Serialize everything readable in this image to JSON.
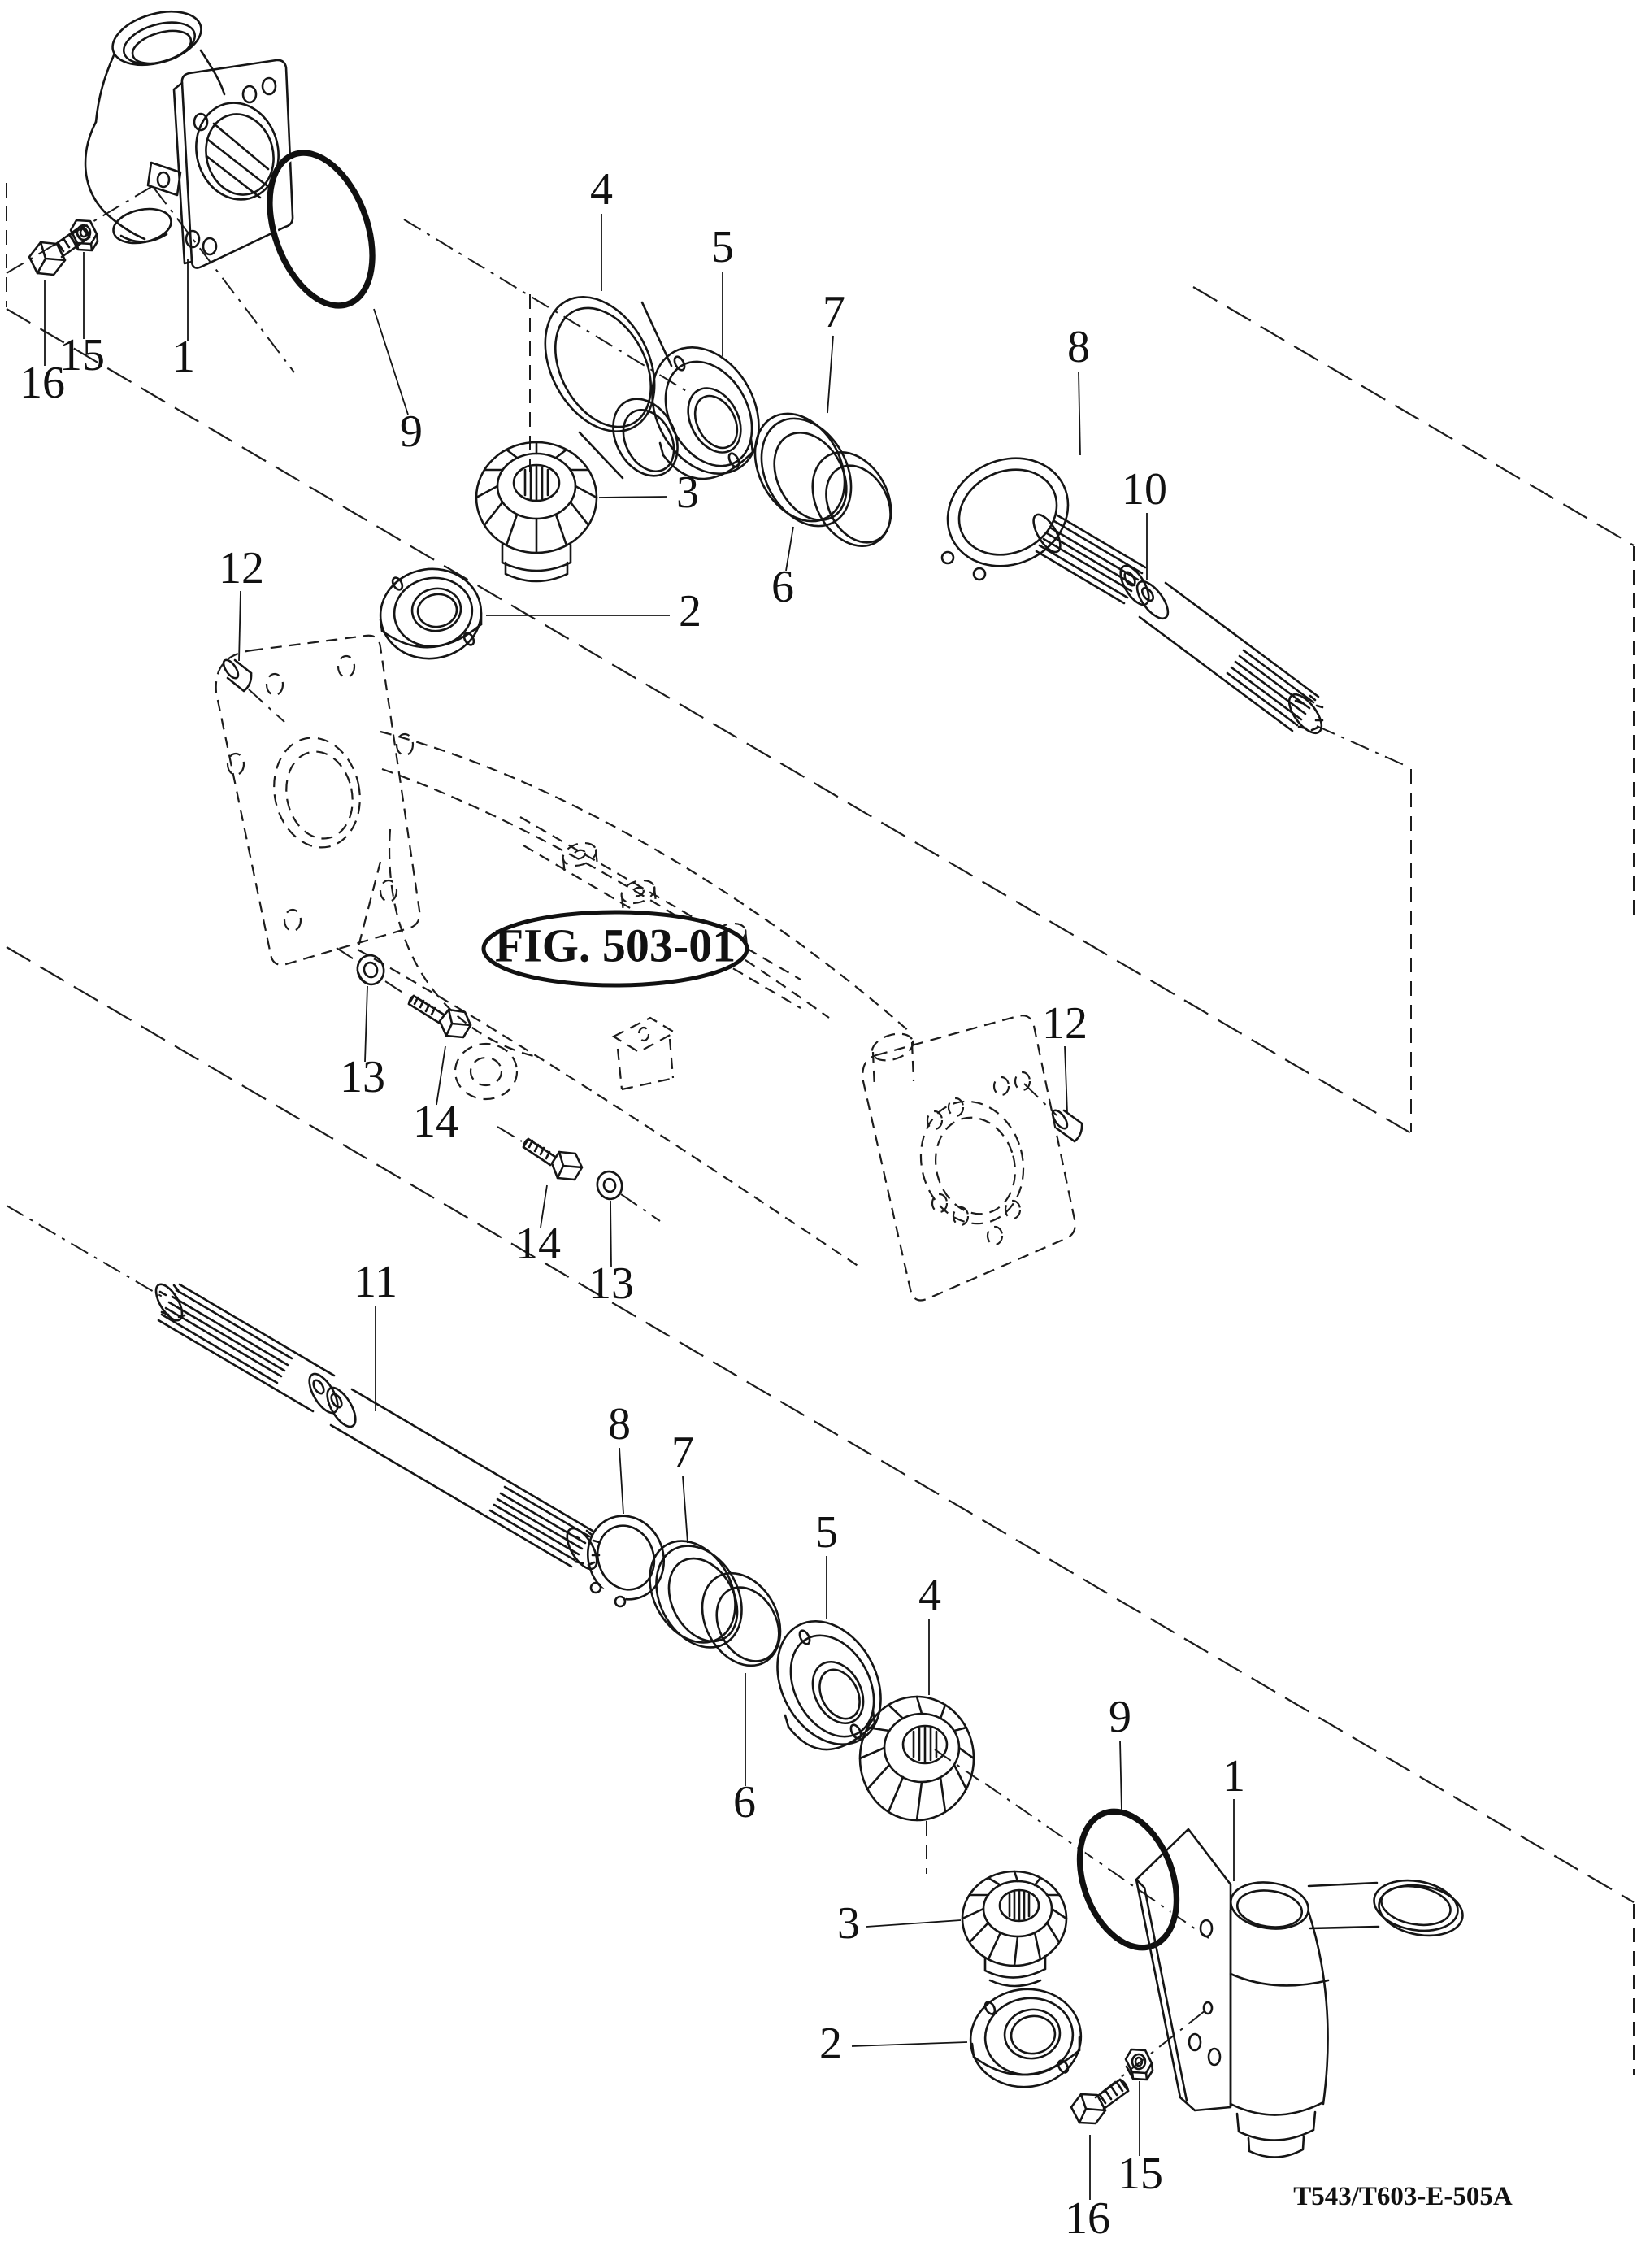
{
  "figure": {
    "reference": "FIG. 503-01",
    "drawing_code": "T543/T603-E-505A"
  },
  "callouts": [
    {
      "id": "bolt-upper",
      "label": "16"
    },
    {
      "id": "nut-upper",
      "label": "15"
    },
    {
      "id": "housing-upper",
      "label": "1"
    },
    {
      "id": "o-ring-upper",
      "label": "9"
    },
    {
      "id": "gear-collar-upper",
      "label": "4"
    },
    {
      "id": "bearing-outer-upper",
      "label": "5"
    },
    {
      "id": "seal-ring-upper",
      "label": "7"
    },
    {
      "id": "inner-ring-upper",
      "label": "6"
    },
    {
      "id": "snap-ring-upper",
      "label": "8"
    },
    {
      "id": "bevel-gear-upper",
      "label": "3"
    },
    {
      "id": "bearing-inner-upper",
      "label": "2"
    },
    {
      "id": "shaft-upper",
      "label": "10"
    },
    {
      "id": "pin-left",
      "label": "12"
    },
    {
      "id": "washer-upper",
      "label": "13"
    },
    {
      "id": "bolt-housing-upper",
      "label": "14"
    },
    {
      "id": "pin-right",
      "label": "12"
    },
    {
      "id": "bolt-housing-lower",
      "label": "14"
    },
    {
      "id": "washer-lower",
      "label": "13"
    },
    {
      "id": "shaft-lower",
      "label": "11"
    },
    {
      "id": "snap-ring-lower",
      "label": "8"
    },
    {
      "id": "seal-ring-lower",
      "label": "7"
    },
    {
      "id": "inner-ring-lower",
      "label": "6"
    },
    {
      "id": "bearing-outer-lower",
      "label": "5"
    },
    {
      "id": "gear-collar-lower",
      "label": "4"
    },
    {
      "id": "o-ring-lower",
      "label": "9"
    },
    {
      "id": "housing-lower",
      "label": "1"
    },
    {
      "id": "bevel-gear-lower",
      "label": "3"
    },
    {
      "id": "bearing-inner-lower",
      "label": "2"
    },
    {
      "id": "nut-lower",
      "label": "15"
    },
    {
      "id": "bolt-lower",
      "label": "16"
    }
  ]
}
